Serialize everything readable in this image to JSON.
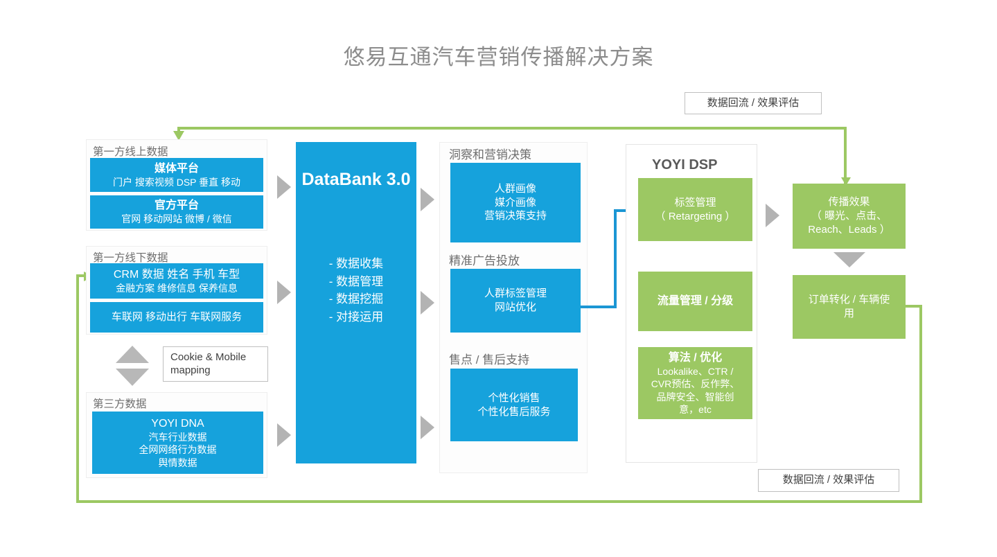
{
  "page": {
    "title": "悠易互通汽车营销传播解决方案",
    "colors": {
      "blue": "#16a2dc",
      "green": "#9cc863",
      "gray_arrow": "#b3b3b3",
      "blue_line": "#1b96d4",
      "title_gray": "#8c8c8c",
      "panel_border": "#eeeeee"
    }
  },
  "feedback_labels": {
    "top": "数据回流 / 效果评估",
    "bottom": "数据回流 / 效果评估"
  },
  "col_data": {
    "group1": {
      "title": "第一方线上数据",
      "blocks": [
        {
          "heading": "媒体平台",
          "lines": [
            "门户 搜索视频 DSP 垂直 移动"
          ]
        },
        {
          "heading": "官方平台",
          "lines": [
            "官网 移动网站 微博 / 微信"
          ]
        }
      ]
    },
    "group2": {
      "title": "第一方线下数据",
      "blocks": [
        {
          "heading": "CRM 数据   姓名 手机 车型",
          "lines": [
            "金融方案 维修信息 保养信息"
          ]
        },
        {
          "heading": "",
          "lines": [
            "车联网 移动出行 车联网服务"
          ]
        }
      ]
    },
    "mapping": {
      "label": "Cookie & Mobile mapping",
      "icon": "up-down-arrow-icon"
    },
    "group3": {
      "title": "第三方数据",
      "blocks": [
        {
          "heading": "YOYI DNA",
          "lines": [
            "汽车行业数据",
            "全网网络行为数据",
            "舆情数据"
          ]
        }
      ]
    }
  },
  "databank": {
    "title": "DataBank 3.0",
    "items": [
      "- 数据收集",
      "- 数据管理",
      "- 数据挖掘",
      "- 对接运用"
    ]
  },
  "insight": {
    "sections": [
      {
        "title": "洞察和营销决策",
        "lines": [
          "人群画像",
          "媒介画像",
          "营销决策支持"
        ]
      },
      {
        "title": "精准广告投放",
        "lines": [
          "人群标签管理",
          "网站优化"
        ]
      },
      {
        "title": "售点 / 售后支持",
        "lines": [
          "个性化销售",
          "个性化售后服务"
        ]
      }
    ]
  },
  "dsp": {
    "title": "YOYI DSP",
    "blocks": [
      {
        "heading": "标签管理",
        "lines": [
          "（ Retargeting ）"
        ],
        "bold_heading": false
      },
      {
        "heading": "流量管理 / 分级",
        "lines": [],
        "bold_heading": true
      },
      {
        "heading": "算法 / 优化",
        "lines": [
          "Lookalike、CTR /",
          "CVR预估、反作弊、",
          "品牌安全、智能创",
          "意，etc"
        ],
        "bold_heading": true
      }
    ]
  },
  "results": {
    "blocks": [
      {
        "heading": "传播效果",
        "lines": [
          "（ 曝光、点击、",
          "Reach、Leads ）"
        ]
      },
      {
        "heading": "",
        "lines": [
          "订单转化 / 车辆使用"
        ]
      }
    ]
  }
}
